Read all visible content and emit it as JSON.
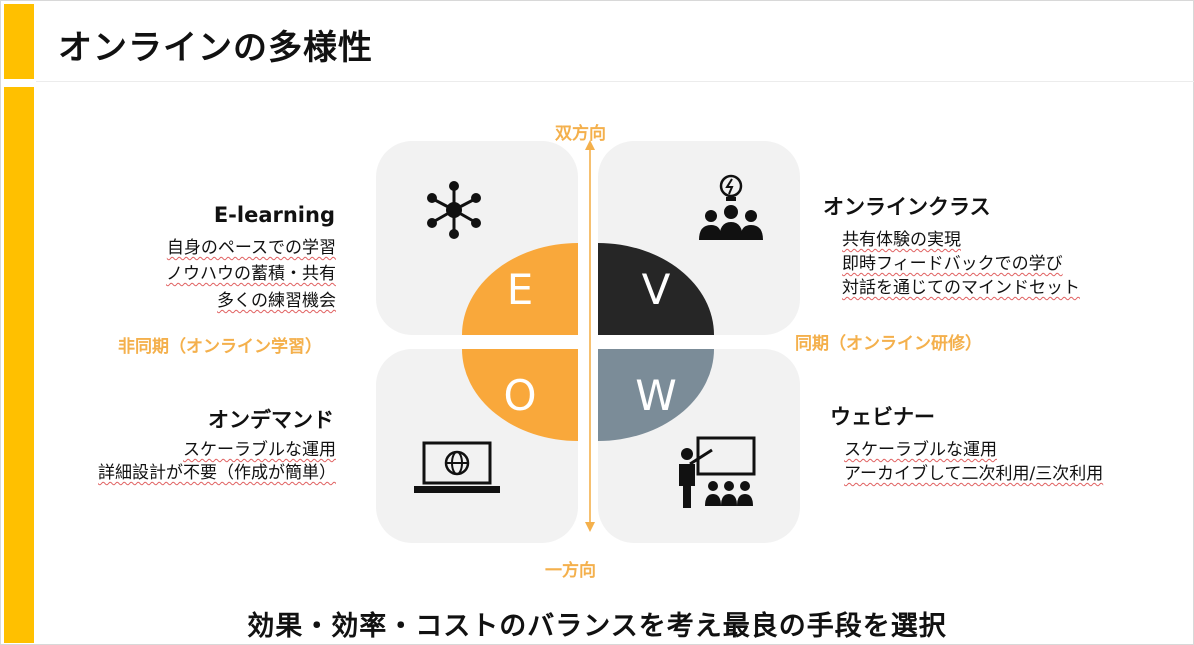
{
  "title": "オンラインの多様性",
  "axes": {
    "top": "双方向",
    "bottom": "一方向",
    "left": "非同期（オンライン学習）",
    "right": "同期（オンライン研修）"
  },
  "quadrants": {
    "e": {
      "letter": "E",
      "heading": "E-learning",
      "lines": [
        "自身のペースでの学習",
        "ノウハウの蓄積・共有",
        "多くの練習機会"
      ],
      "icon": "network-icon"
    },
    "v": {
      "letter": "V",
      "heading": "オンラインクラス",
      "lines": [
        "共有体験の実現",
        "即時フィードバックでの学び",
        "対話を通じてのマインドセット"
      ],
      "icon": "team-idea-icon"
    },
    "o": {
      "letter": "O",
      "heading": "オンデマンド",
      "lines": [
        "スケーラブルな運用",
        "詳細設計が不要（作成が簡単）"
      ],
      "icon": "laptop-globe-icon"
    },
    "w": {
      "letter": "W",
      "heading": "ウェビナー",
      "lines": [
        "スケーラブルな運用",
        "アーカイブして二次利用/三次利用"
      ],
      "icon": "presentation-icon"
    }
  },
  "bottom_message": "効果・効率・コストのバランスを考え最良の手段を選択",
  "colors": {
    "accent_bar": "#ffc000",
    "e": "#f9a83b",
    "o": "#f9a83b",
    "v": "#262626",
    "w": "#7b8c98",
    "axis": "#f4b04c"
  }
}
